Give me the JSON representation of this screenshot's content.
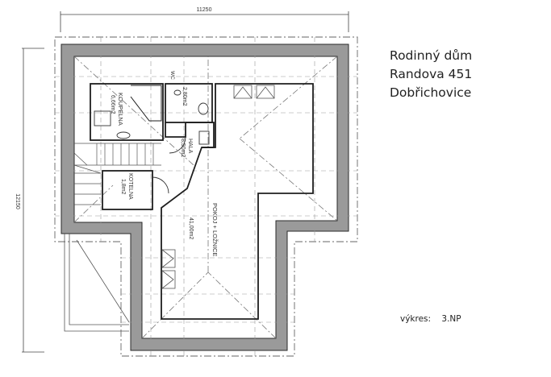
{
  "title_block": {
    "line1": "Rodinný dům",
    "line2": "Randova 451",
    "line3": "Dobřichovice"
  },
  "drawing": {
    "label": "výkres:",
    "value": "3.NP"
  },
  "dimensions": {
    "horizontal": "11250",
    "vertical": "12150"
  },
  "rooms": [
    {
      "name": "KOUPELNA",
      "area": "6,66m2"
    },
    {
      "name": "WC",
      "area": "2,80m2"
    },
    {
      "name": "HALA",
      "area": "8,50m2"
    },
    {
      "name": "KOTELNA",
      "area": "1,8m2"
    },
    {
      "name": "POKOJ + LOŽNICE",
      "area": "41,00m2"
    }
  ],
  "colors": {
    "wall_fill": "#9a9a9a",
    "line": "#2a2a2a",
    "dashed": "#6a6a6a",
    "background": "#ffffff"
  }
}
